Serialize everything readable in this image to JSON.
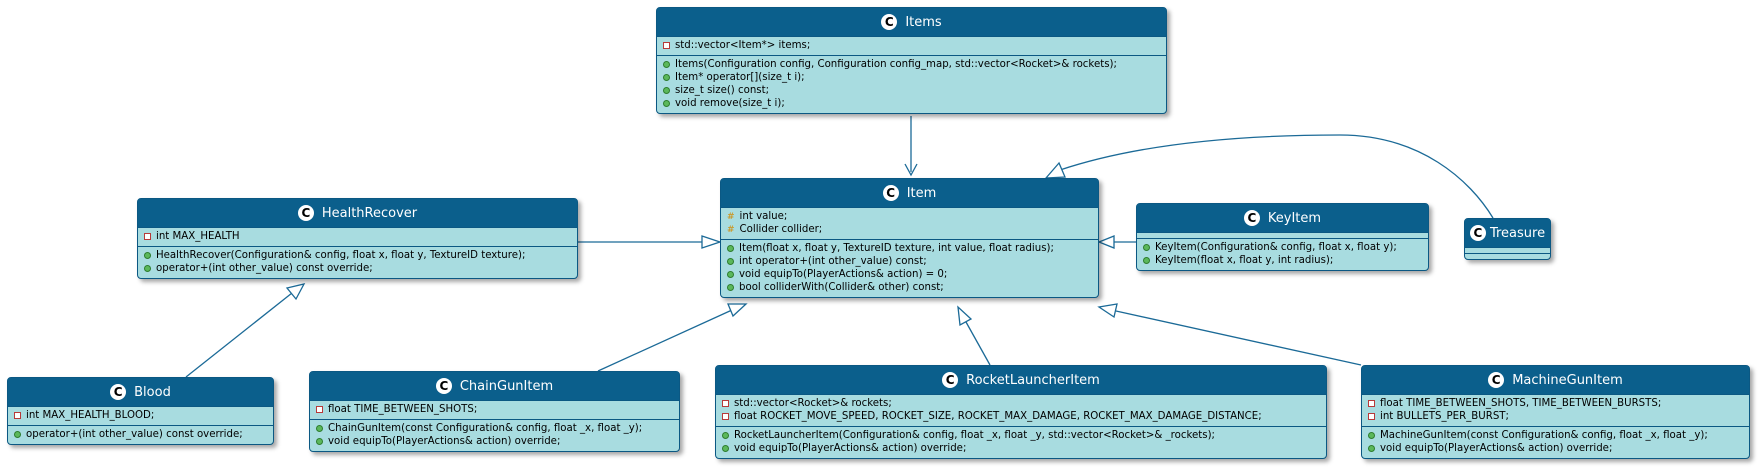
{
  "colors": {
    "header": "#0b5f8c",
    "body": "#a8dce0",
    "border": "#0b5883",
    "edge": "#1b6a97"
  },
  "classes": {
    "items": {
      "stereotype": "C",
      "name": "Items",
      "fields": [
        {
          "vis": "private",
          "text": "std::vector<Item*> items;"
        }
      ],
      "methods": [
        {
          "vis": "public",
          "text": "Items(Configuration config, Configuration config_map, std::vector<Rocket>& rockets);"
        },
        {
          "vis": "public",
          "text": "Item* operator[](size_t i);"
        },
        {
          "vis": "public",
          "text": "size_t size() const;"
        },
        {
          "vis": "public",
          "text": "void remove(size_t i);"
        }
      ]
    },
    "item": {
      "stereotype": "C",
      "name": "Item",
      "fields": [
        {
          "vis": "protected",
          "text": "int value;"
        },
        {
          "vis": "protected",
          "text": "Collider collider;"
        }
      ],
      "methods": [
        {
          "vis": "public",
          "text": "Item(float x, float y, TextureID texture, int value, float radius);"
        },
        {
          "vis": "public",
          "text": "int operator+(int other_value) const;"
        },
        {
          "vis": "public",
          "text": "void equipTo(PlayerActions& action) = 0;"
        },
        {
          "vis": "public",
          "text": "bool colliderWith(Collider& other) const;"
        }
      ]
    },
    "health": {
      "stereotype": "C",
      "name": "HealthRecover",
      "fields": [
        {
          "vis": "private",
          "text": "int MAX_HEALTH"
        }
      ],
      "methods": [
        {
          "vis": "public",
          "text": "HealthRecover(Configuration& config, float x, float y, TextureID texture);"
        },
        {
          "vis": "public",
          "text": "operator+(int other_value) const override;"
        }
      ]
    },
    "key": {
      "stereotype": "C",
      "name": "KeyItem",
      "fields": [],
      "methods": [
        {
          "vis": "public",
          "text": "KeyItem(Configuration& config, float x, float y);"
        },
        {
          "vis": "public",
          "text": "KeyItem(float x, float y, int radius);"
        }
      ]
    },
    "treasure": {
      "stereotype": "C",
      "name": "Treasure",
      "fields": [],
      "methods": []
    },
    "blood": {
      "stereotype": "C",
      "name": "Blood",
      "fields": [
        {
          "vis": "private",
          "text": "int MAX_HEALTH_BLOOD;"
        }
      ],
      "methods": [
        {
          "vis": "public",
          "text": "operator+(int other_value) const override;"
        }
      ]
    },
    "chain": {
      "stereotype": "C",
      "name": "ChainGunItem",
      "fields": [
        {
          "vis": "private",
          "text": "float TIME_BETWEEN_SHOTS;"
        }
      ],
      "methods": [
        {
          "vis": "public",
          "text": "ChainGunItem(const Configuration& config, float _x, float _y);"
        },
        {
          "vis": "public",
          "text": "void equipTo(PlayerActions& action) override;"
        }
      ]
    },
    "rocket": {
      "stereotype": "C",
      "name": "RocketLauncherItem",
      "fields": [
        {
          "vis": "private",
          "text": "std::vector<Rocket>& rockets;"
        },
        {
          "vis": "private",
          "text": "float ROCKET_MOVE_SPEED, ROCKET_SIZE, ROCKET_MAX_DAMAGE, ROCKET_MAX_DAMAGE_DISTANCE;"
        }
      ],
      "methods": [
        {
          "vis": "public",
          "text": "RocketLauncherItem(Configuration& config, float _x, float _y, std::vector<Rocket>& _rockets);"
        },
        {
          "vis": "public",
          "text": "void equipTo(PlayerActions& action) override;"
        }
      ]
    },
    "machine": {
      "stereotype": "C",
      "name": "MachineGunItem",
      "fields": [
        {
          "vis": "private",
          "text": "float TIME_BETWEEN_SHOTS, TIME_BETWEEN_BURSTS;"
        },
        {
          "vis": "private",
          "text": "int BULLETS_PER_BURST;"
        }
      ],
      "methods": [
        {
          "vis": "public",
          "text": "MachineGunItem(const Configuration& config, float _x, float _y);"
        },
        {
          "vis": "public",
          "text": "void equipTo(PlayerActions& action) override;"
        }
      ]
    }
  },
  "relations": [
    {
      "from": "items",
      "to": "item",
      "kind": "association"
    },
    {
      "from": "health",
      "to": "item",
      "kind": "inheritance"
    },
    {
      "from": "key",
      "to": "item",
      "kind": "inheritance"
    },
    {
      "from": "treasure",
      "to": "item",
      "kind": "inheritance"
    },
    {
      "from": "blood",
      "to": "health",
      "kind": "inheritance"
    },
    {
      "from": "chain",
      "to": "item",
      "kind": "inheritance"
    },
    {
      "from": "rocket",
      "to": "item",
      "kind": "inheritance"
    },
    {
      "from": "machine",
      "to": "item",
      "kind": "inheritance"
    }
  ]
}
